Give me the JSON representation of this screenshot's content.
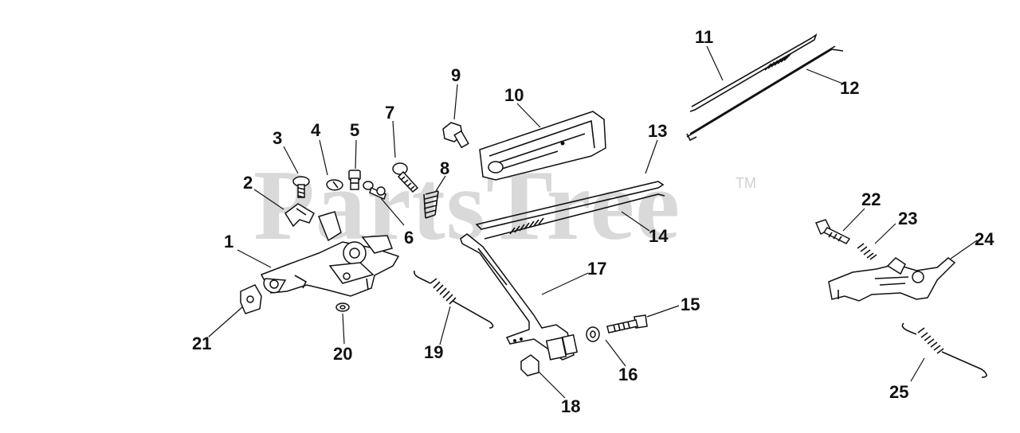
{
  "watermark": {
    "text": "PartsTree",
    "mark": "TM"
  },
  "callouts": [
    {
      "id": "c1",
      "label": "1"
    },
    {
      "id": "c2",
      "label": "2"
    },
    {
      "id": "c3",
      "label": "3"
    },
    {
      "id": "c4",
      "label": "4"
    },
    {
      "id": "c5",
      "label": "5"
    },
    {
      "id": "c6",
      "label": "6"
    },
    {
      "id": "c7",
      "label": "7"
    },
    {
      "id": "c8",
      "label": "8"
    },
    {
      "id": "c9",
      "label": "9"
    },
    {
      "id": "c10",
      "label": "10"
    },
    {
      "id": "c11",
      "label": "11"
    },
    {
      "id": "c12",
      "label": "12"
    },
    {
      "id": "c13",
      "label": "13"
    },
    {
      "id": "c14",
      "label": "14"
    },
    {
      "id": "c15",
      "label": "15"
    },
    {
      "id": "c16",
      "label": "16"
    },
    {
      "id": "c17",
      "label": "17"
    },
    {
      "id": "c18",
      "label": "18"
    },
    {
      "id": "c19",
      "label": "19"
    },
    {
      "id": "c20",
      "label": "20"
    },
    {
      "id": "c21",
      "label": "21"
    },
    {
      "id": "c22",
      "label": "22"
    },
    {
      "id": "c23",
      "label": "23"
    },
    {
      "id": "c24",
      "label": "24"
    },
    {
      "id": "c25",
      "label": "25"
    }
  ]
}
